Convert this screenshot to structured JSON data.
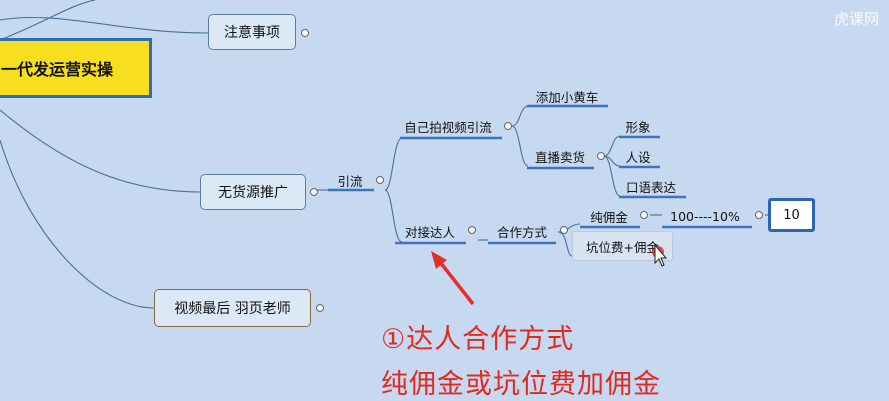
{
  "root": {
    "label": "一代发运营实操"
  },
  "watermark": "虎课网",
  "topics": {
    "notes": "注意事项",
    "no_stock_promo": "无货源推广",
    "video_last": "视频最后 羽页老师"
  },
  "branches": {
    "traffic": "引流",
    "self_shoot": "自己拍视频引流",
    "add_cart": "添加小黄车",
    "live_sell": "直播卖货",
    "image": "形象",
    "persona": "人设",
    "speech": "口语表达",
    "connect_influencer": "对接达人",
    "cooperation": "合作方式",
    "pure_commission": "纯佣金",
    "pure_commission_range": "100----10%",
    "pit_fee_commission": "坑位费+佣金",
    "value_box": "10"
  },
  "annotation": {
    "line1": "①达人合作方式",
    "line2": "纯佣金或坑位费加佣金"
  },
  "colors": {
    "background": "#c6d9f0",
    "root_fill": "#f7df1f",
    "root_border": "#2f6db5",
    "link": "#3d74bd",
    "annotation": "#e02a20"
  }
}
